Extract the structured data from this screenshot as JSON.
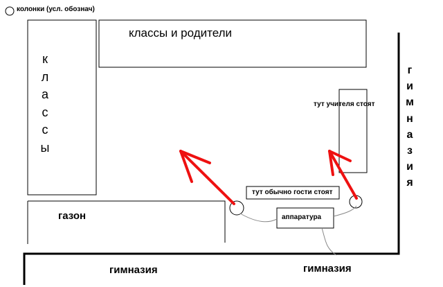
{
  "legend": {
    "speaker_label": "колонки (усл. обознач)"
  },
  "zones": {
    "classes_parents": "классы и родители",
    "classes_vertical": "классы",
    "teachers_stand": "тут учителя стоят",
    "guests_stand": "тут обычно гости стоят",
    "equipment": "аппаратура",
    "lawn": "газон",
    "gym_vertical": "гимназия",
    "gym_bottom_left": "гимназия",
    "gym_bottom_right": "гимназия"
  },
  "colors": {
    "line": "#000000",
    "cable": "#888888",
    "arrow": "#ee1111",
    "background": "#ffffff"
  }
}
